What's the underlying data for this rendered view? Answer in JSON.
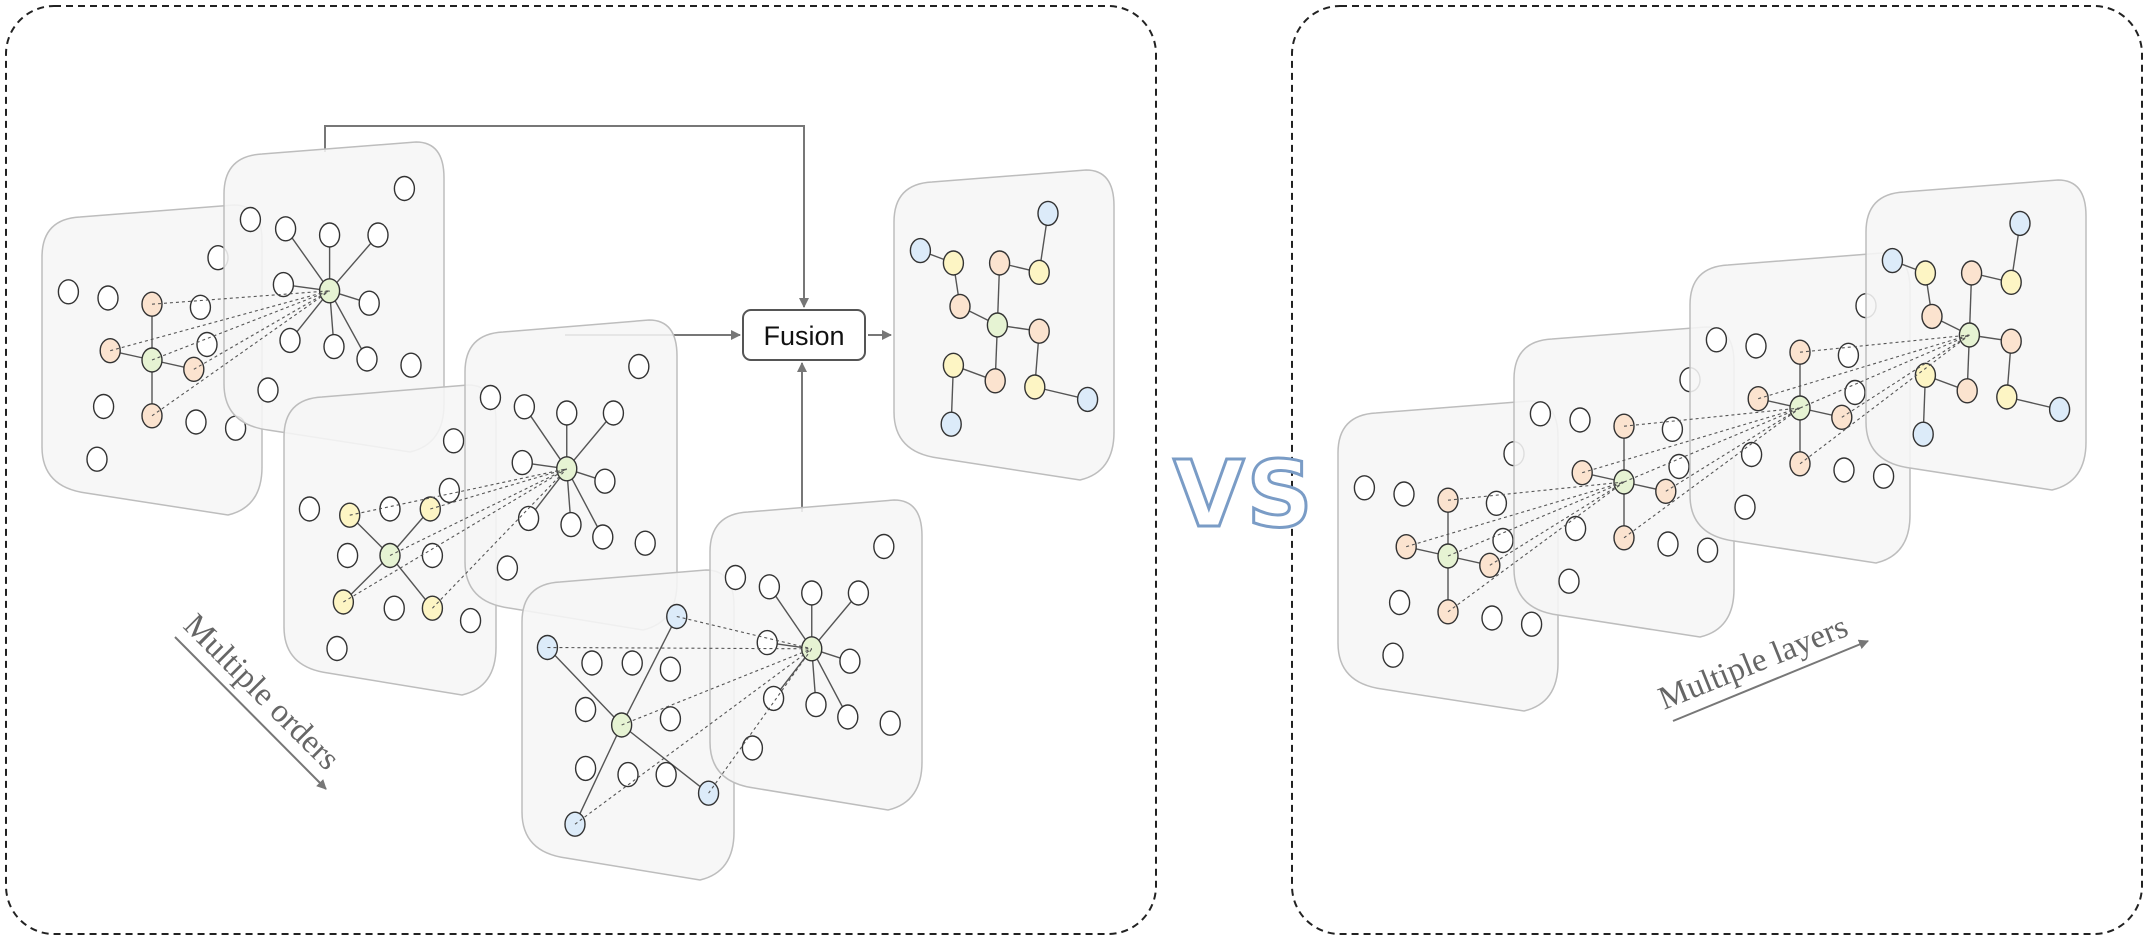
{
  "fusion_label": "Fusion",
  "vs_label": "VS",
  "left_panel": {
    "axis_label": "Multiple orders"
  },
  "right_panel": {
    "axis_label": "Multiple layers"
  },
  "colors": {
    "node_green": "#e6f3d3",
    "node_orange": "#fbe3cf",
    "node_yellow": "#fdf5c4",
    "node_blue": "#dcebf9",
    "node_plain": "#ffffff",
    "panel_fill": "#f6f6f6",
    "arrow": "#777777",
    "vs_outline": "#7a9cc6"
  }
}
